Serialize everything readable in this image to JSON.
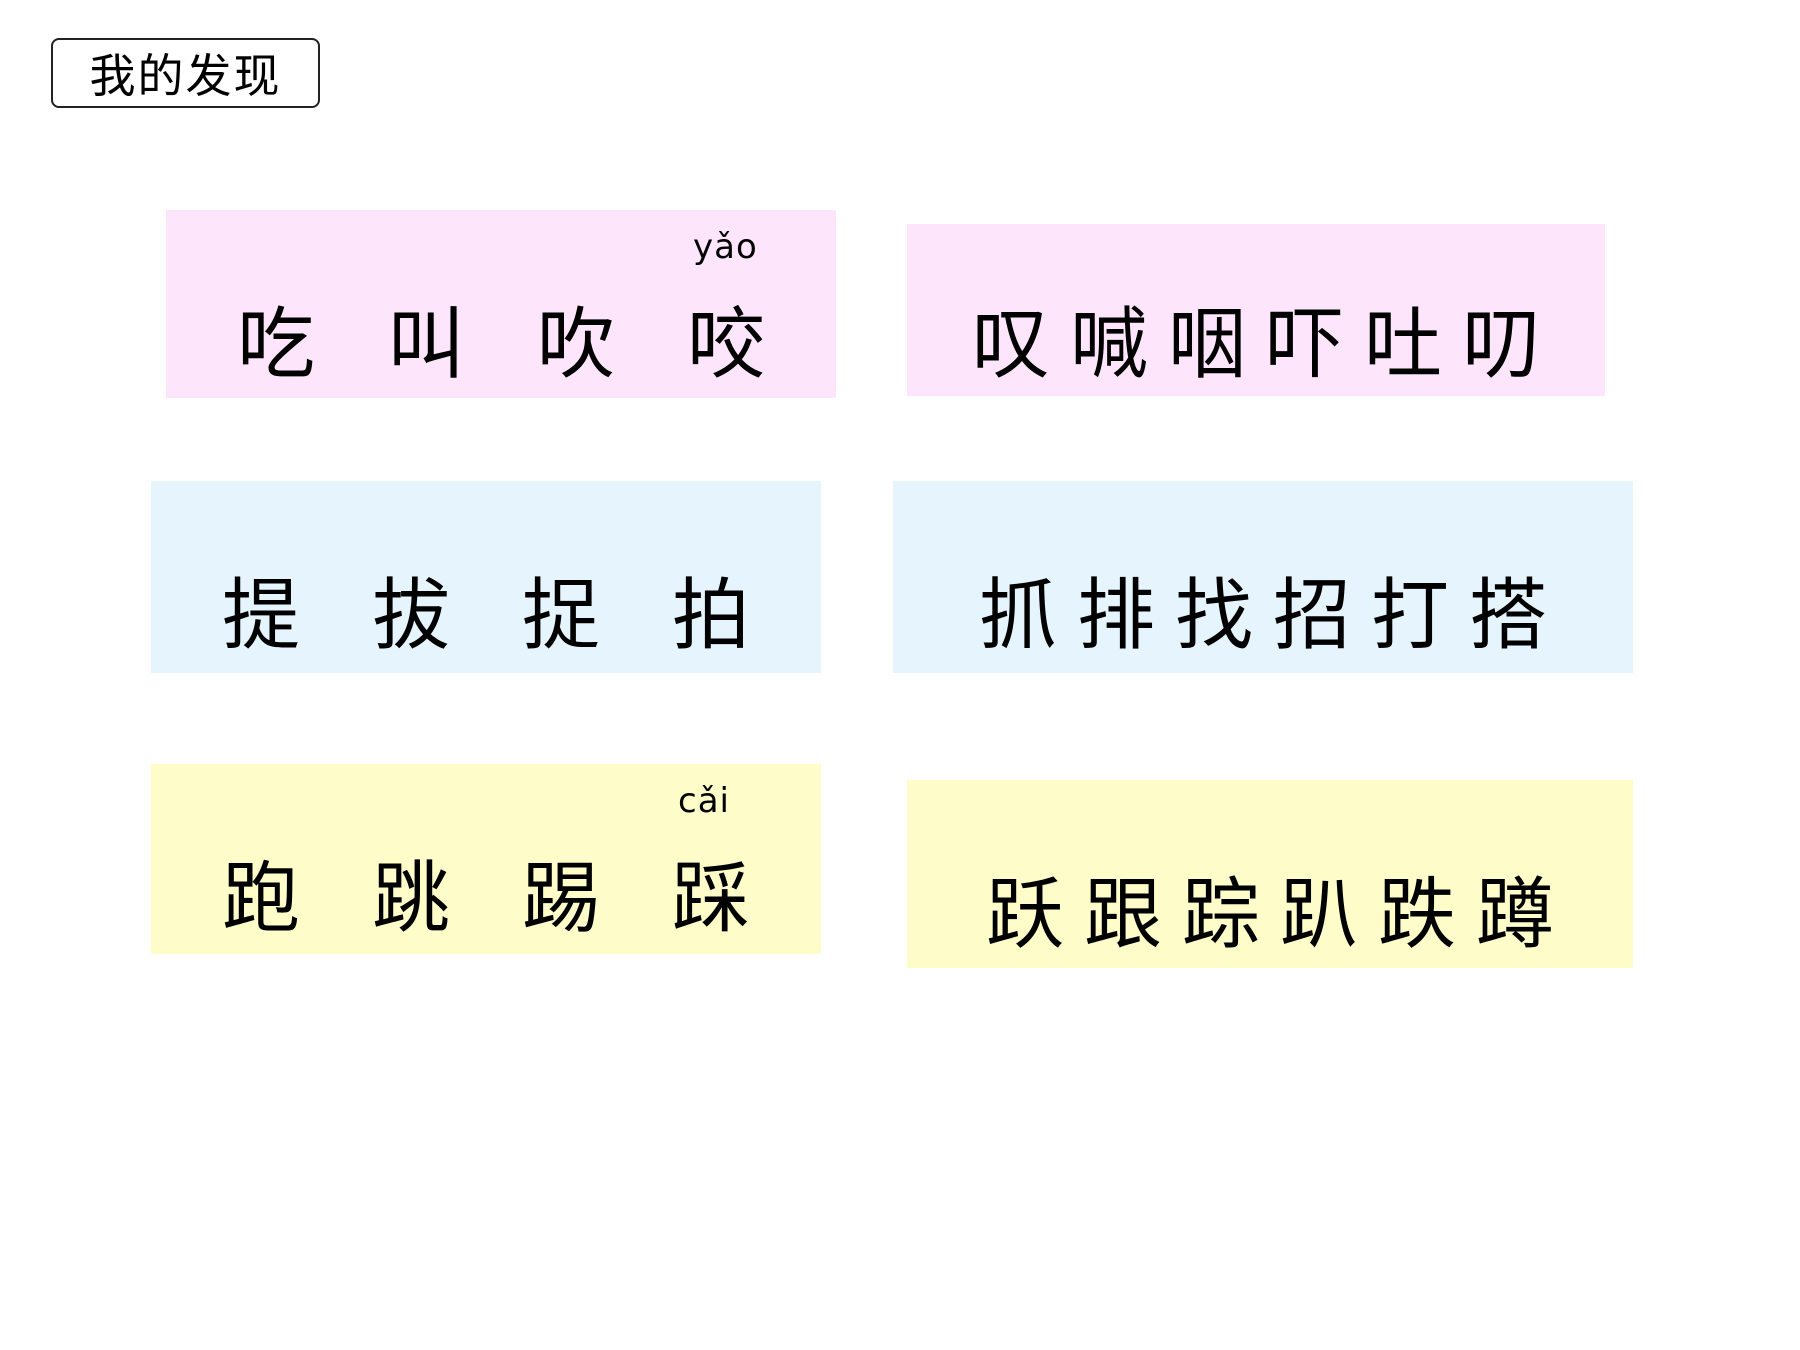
{
  "title": "我的发现",
  "colors": {
    "pink": "#fde5fb",
    "blue": "#e5f4fd",
    "yellow": "#fefdc9"
  },
  "cards": [
    {
      "group": "mouth-left",
      "color": "pink",
      "pinyin": "yǎo",
      "chars": [
        "吃",
        "叫",
        "吹",
        "咬"
      ]
    },
    {
      "group": "mouth-right",
      "color": "pink",
      "chars": [
        "叹",
        "喊",
        "咽",
        "吓",
        "吐",
        "叨"
      ]
    },
    {
      "group": "hand-left",
      "color": "blue",
      "chars": [
        "提",
        "拔",
        "捉",
        "拍"
      ]
    },
    {
      "group": "hand-right",
      "color": "blue",
      "chars": [
        "抓",
        "排",
        "找",
        "招",
        "打",
        "搭"
      ]
    },
    {
      "group": "foot-left",
      "color": "yellow",
      "pinyin": "cǎi",
      "chars": [
        "跑",
        "跳",
        "踢",
        "踩"
      ]
    },
    {
      "group": "foot-right",
      "color": "yellow",
      "chars": [
        "跃",
        "跟",
        "踪",
        "趴",
        "跌",
        "蹲"
      ]
    }
  ]
}
